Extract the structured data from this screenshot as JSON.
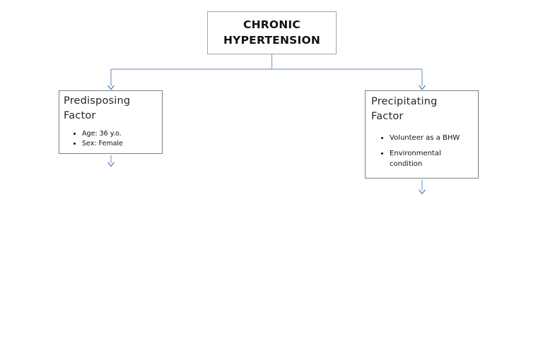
{
  "root_box": {
    "label": "CHRONIC HYPERTENSION"
  },
  "predisposing_box": {
    "title": "Predisposing Factor",
    "items": [
      "Age: 36 y.o.",
      "Sex: Female"
    ]
  },
  "precipitating_box": {
    "title": "Precipitating Factor",
    "items": [
      "Volunteer as a BHW",
      "Environmental condition"
    ]
  },
  "colors": {
    "connector_line": "#7ba0c9",
    "arrowhead": "#4b7db8",
    "root_box_border": "#a6a6a6",
    "factor_box_border": "#7f7f7f",
    "text": "#1a1a1a",
    "background": "#ffffff"
  }
}
